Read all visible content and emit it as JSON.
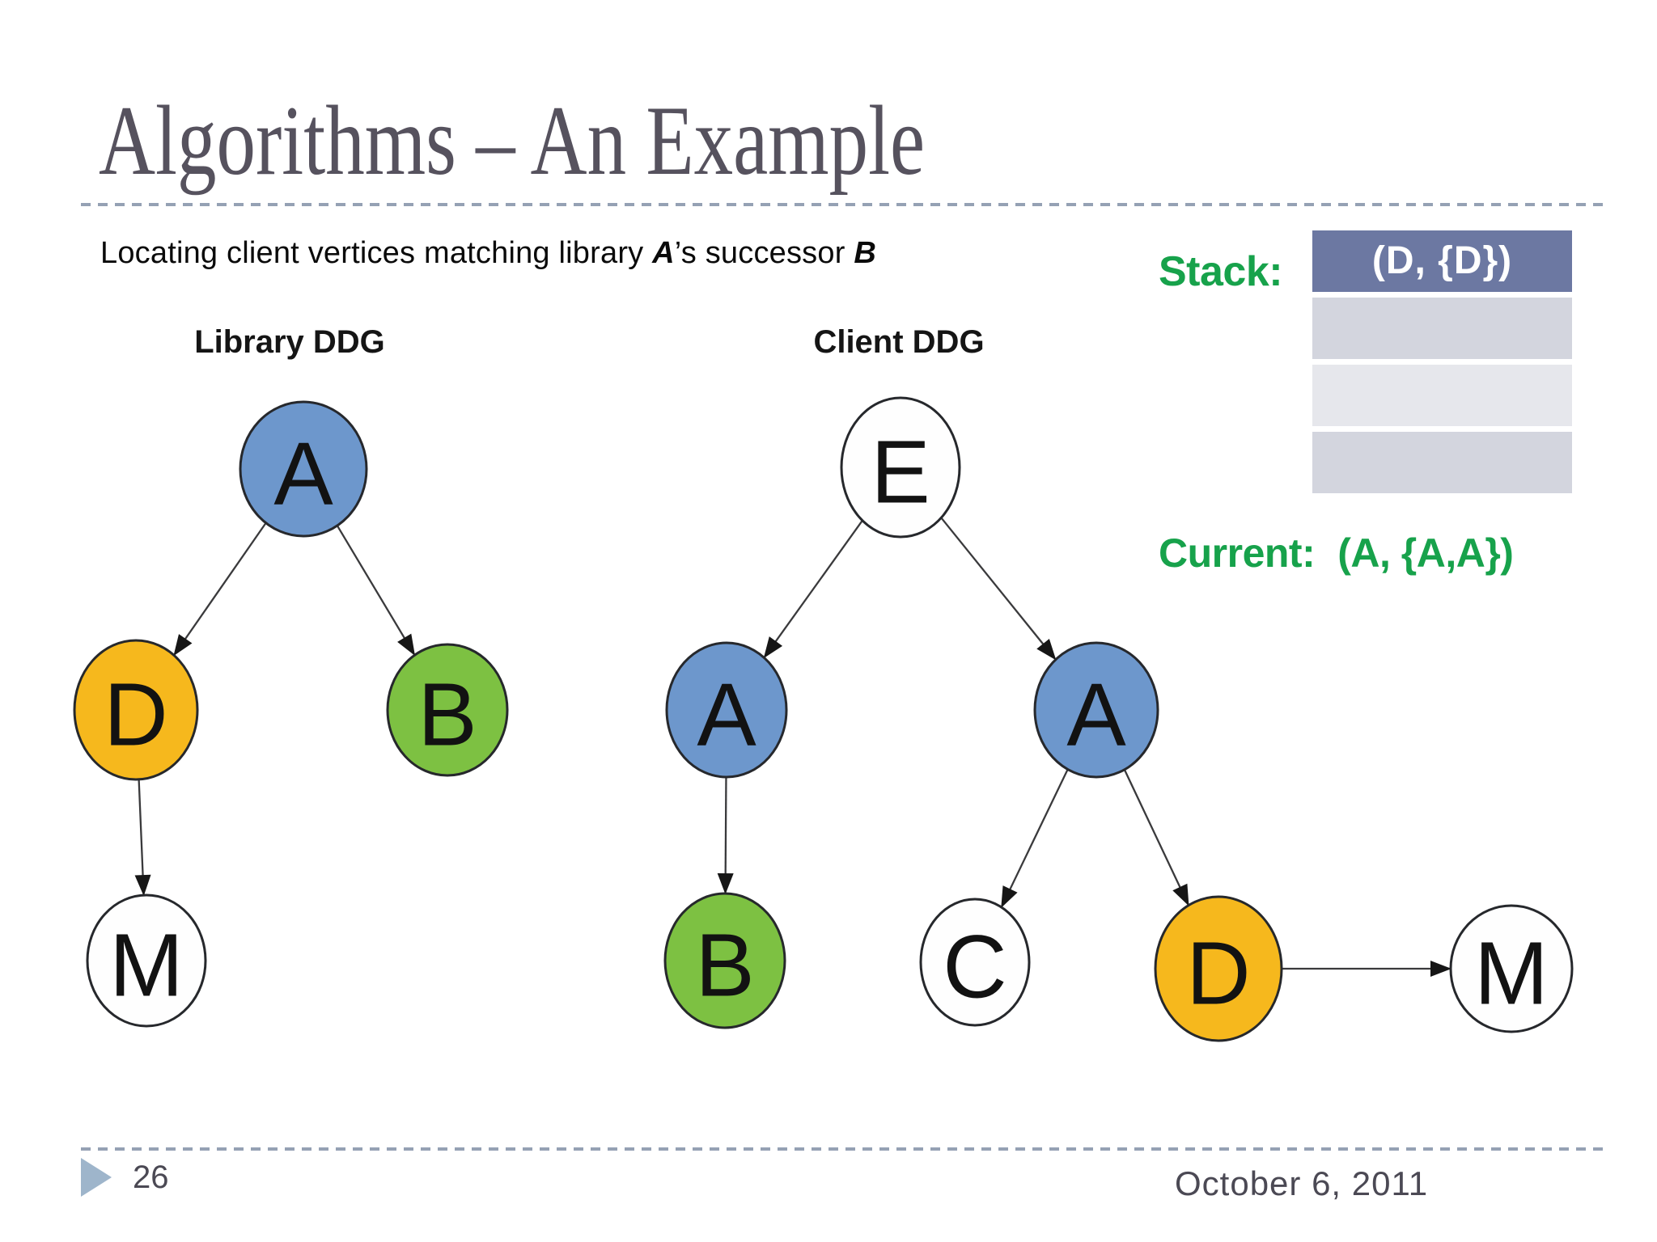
{
  "slide": {
    "title": "Algorithms – An Example",
    "subtitle": {
      "prefix": "Locating client vertices matching library ",
      "em1": "A",
      "mid": "’s successor ",
      "em2": "B"
    },
    "footer": {
      "page_number": "26",
      "date": "October 6, 2011"
    }
  },
  "stack": {
    "label": "Stack:",
    "rows": [
      {
        "text": "(D, {D})",
        "band": "header"
      },
      {
        "text": "",
        "band": "a"
      },
      {
        "text": "",
        "band": "b"
      },
      {
        "text": "",
        "band": "a"
      }
    ]
  },
  "current": {
    "label": "Current:",
    "value": "(A, {A,A})"
  },
  "diagrams": {
    "library": {
      "title": "Library DDG",
      "nodes": [
        {
          "id": "A",
          "label": "A",
          "color": "blue"
        },
        {
          "id": "D",
          "label": "D",
          "color": "orange"
        },
        {
          "id": "B",
          "label": "B",
          "color": "green"
        },
        {
          "id": "M",
          "label": "M",
          "color": "white"
        }
      ],
      "edges": [
        [
          "A",
          "D"
        ],
        [
          "A",
          "B"
        ],
        [
          "D",
          "M"
        ]
      ]
    },
    "client": {
      "title": "Client DDG",
      "nodes": [
        {
          "id": "E",
          "label": "E",
          "color": "white"
        },
        {
          "id": "A1",
          "label": "A",
          "color": "blue"
        },
        {
          "id": "A2",
          "label": "A",
          "color": "blue"
        },
        {
          "id": "B",
          "label": "B",
          "color": "green"
        },
        {
          "id": "C",
          "label": "C",
          "color": "white"
        },
        {
          "id": "D",
          "label": "D",
          "color": "orange"
        },
        {
          "id": "M",
          "label": "M",
          "color": "white"
        }
      ],
      "edges": [
        [
          "E",
          "A1"
        ],
        [
          "E",
          "A2"
        ],
        [
          "A1",
          "B"
        ],
        [
          "A2",
          "C"
        ],
        [
          "A2",
          "D"
        ],
        [
          "D",
          "M"
        ]
      ]
    }
  },
  "colors": {
    "node_blue": "#6D97CC",
    "node_orange": "#F6B81D",
    "node_green": "#7DC142",
    "node_white": "#FEFEFE",
    "node_outline": "#26282C",
    "edge": "#3A3A3C",
    "green_text": "#17A24B",
    "stack_header_bg": "#6C78A2",
    "stack_header_text": "#FFFFFF",
    "stack_row_a": "#D3D5DE",
    "stack_row_b": "#E6E7EC",
    "title_color": "#56525E",
    "divider": "#95A1B4",
    "footer_text": "#4B4954",
    "footer_triangle": "#9EB5CB",
    "subtitle_text": "#0A0A0A",
    "diagram_label": "#151515"
  }
}
